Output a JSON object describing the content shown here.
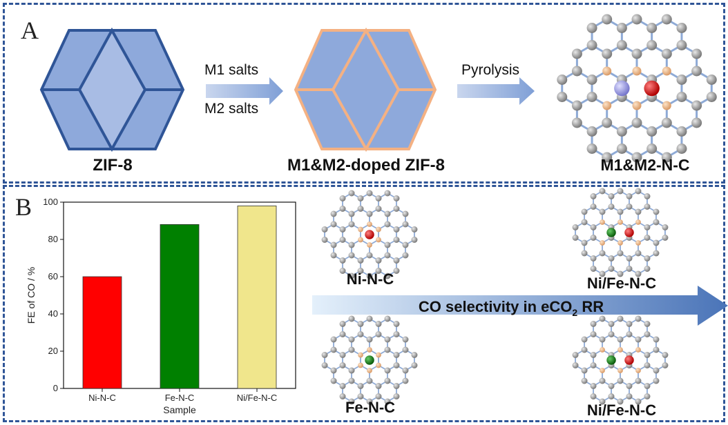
{
  "panel_a": {
    "label": "A",
    "zif8_caption": "ZIF-8",
    "arrow1_top": "M1 salts",
    "arrow1_bottom": "M2 salts",
    "doped_caption": "M1&M2-doped ZIF-8",
    "arrow2_label": "Pyrolysis",
    "product_caption": "M1&M2-N-C"
  },
  "panel_b": {
    "label": "B",
    "big_arrow_text": "CO selectivity in eCO",
    "big_arrow_sub": "2",
    "big_arrow_suffix": " RR",
    "mol_top_left": "Ni-N-C",
    "mol_bottom_left": "Fe-N-C",
    "mol_top_right": "Ni/Fe-N-C",
    "mol_bottom_right": "Ni/Fe-N-C"
  },
  "colors": {
    "border": "#2f5597",
    "crystal_fill": "#8ea9db",
    "crystal_edge": "#2f5597",
    "doped_edge": "#f4b183",
    "carbon": "#9a9a9a",
    "nitrogen": "#f4b183",
    "ni": "#e00000",
    "fe": "#1a8a1a",
    "metal_m1": "#9999ee"
  },
  "chart_data": {
    "type": "bar",
    "categories": [
      "Ni-N-C",
      "Fe-N-C",
      "Ni/Fe-N-C"
    ],
    "values": [
      60,
      88,
      98
    ],
    "colors": [
      "#ff0000",
      "#008000",
      "#f0e68c"
    ],
    "xlabel": "Sample",
    "ylabel": "FE of CO / %",
    "ylim": [
      0,
      100
    ],
    "yticks": [
      0,
      20,
      40,
      60,
      80,
      100
    ]
  }
}
